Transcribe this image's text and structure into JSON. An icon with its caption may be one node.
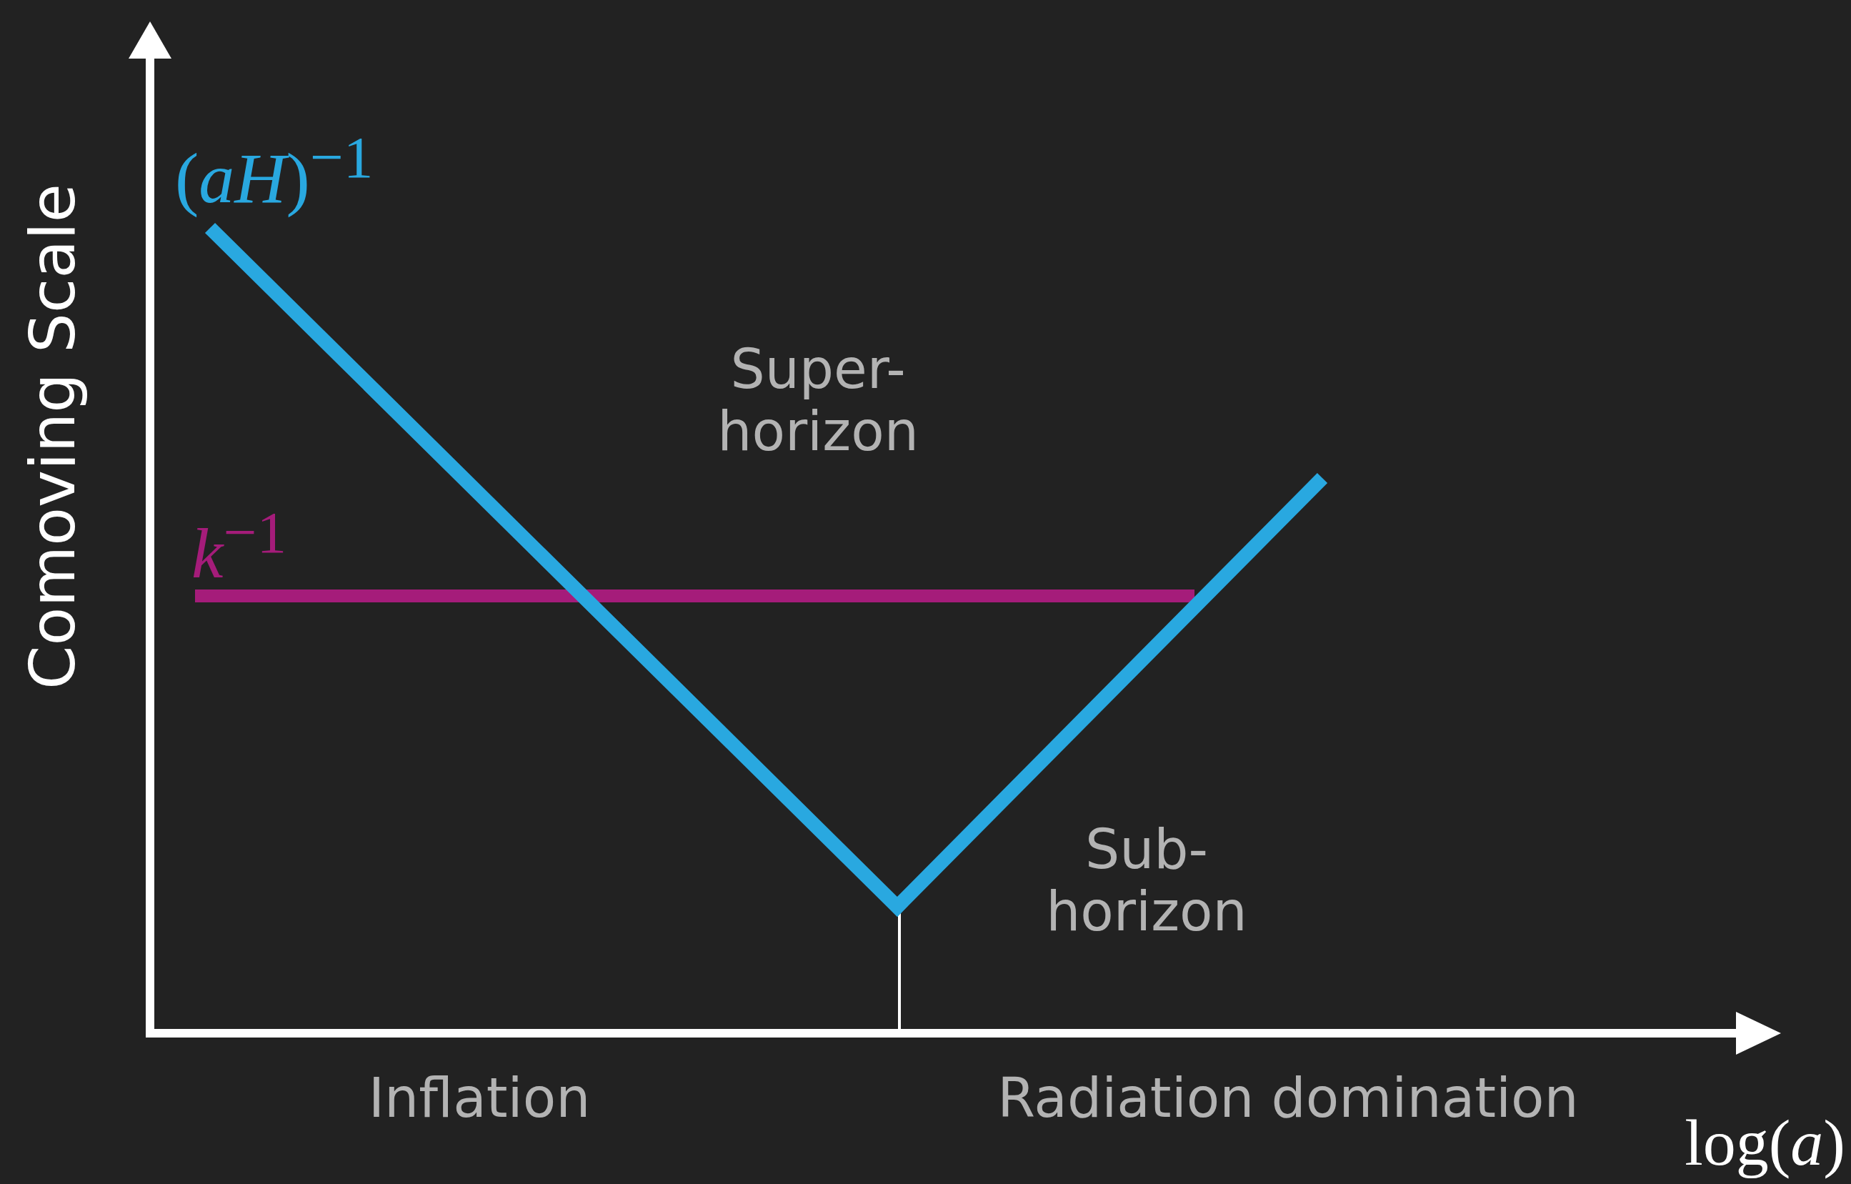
{
  "diagram": {
    "labels": [
      "Comoving Scale",
      "(*aH*)$^{−1}$",
      "Super- horizon",
      "*k*$^{−1}$",
      "Sub- horizon",
      "Inflation",
      "Radiation domination",
      "log(*a*)"
    ]
  }
}
